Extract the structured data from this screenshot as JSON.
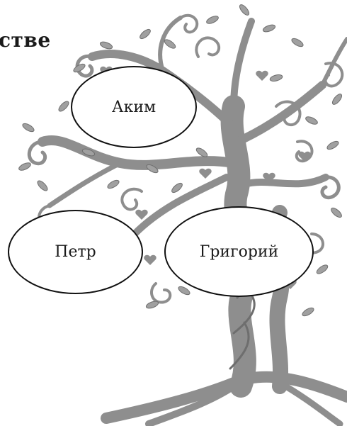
{
  "heading": "стве",
  "nodes": [
    {
      "id": "akim",
      "label": "Аким"
    },
    {
      "id": "petr",
      "label": "Петр"
    },
    {
      "id": "grigoriy",
      "label": "Григорий"
    }
  ],
  "colors": {
    "tree": "#8e8e8e",
    "tree_dark": "#6e6e6e",
    "node_border": "#111111",
    "text": "#1a1a1a"
  },
  "icons": [
    "tree-illustration",
    "leaf-icon",
    "heart-icon",
    "swirl-icon"
  ]
}
